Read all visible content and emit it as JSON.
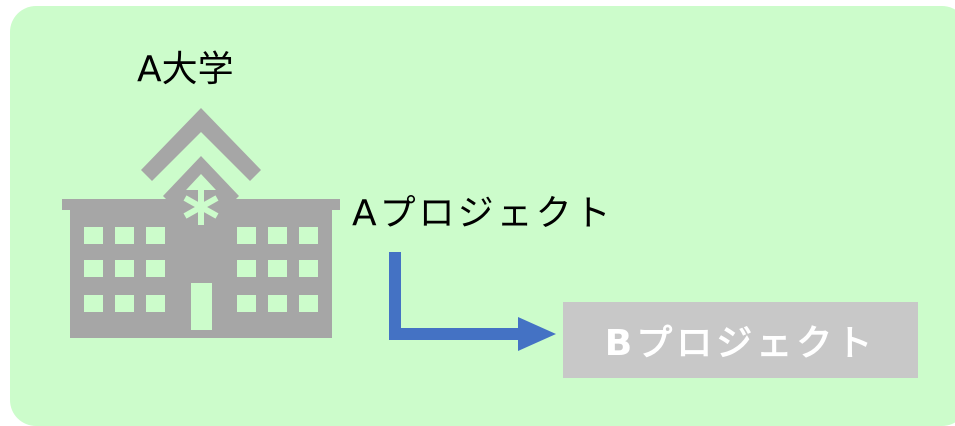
{
  "colors": {
    "panel_background": "#ccfccb",
    "building": "#a6a6a6",
    "building_window": "#ccfccb",
    "arrow": "#4472c4",
    "project_b_box": "#c8c8c8",
    "project_b_text": "#ffffff"
  },
  "university": {
    "label": "A大学",
    "icon": "school-building-icon"
  },
  "project_a": {
    "label": "Aプロジェクト"
  },
  "project_b": {
    "label": "Bプロジェクト"
  },
  "connector": {
    "icon": "elbow-arrow-icon"
  }
}
